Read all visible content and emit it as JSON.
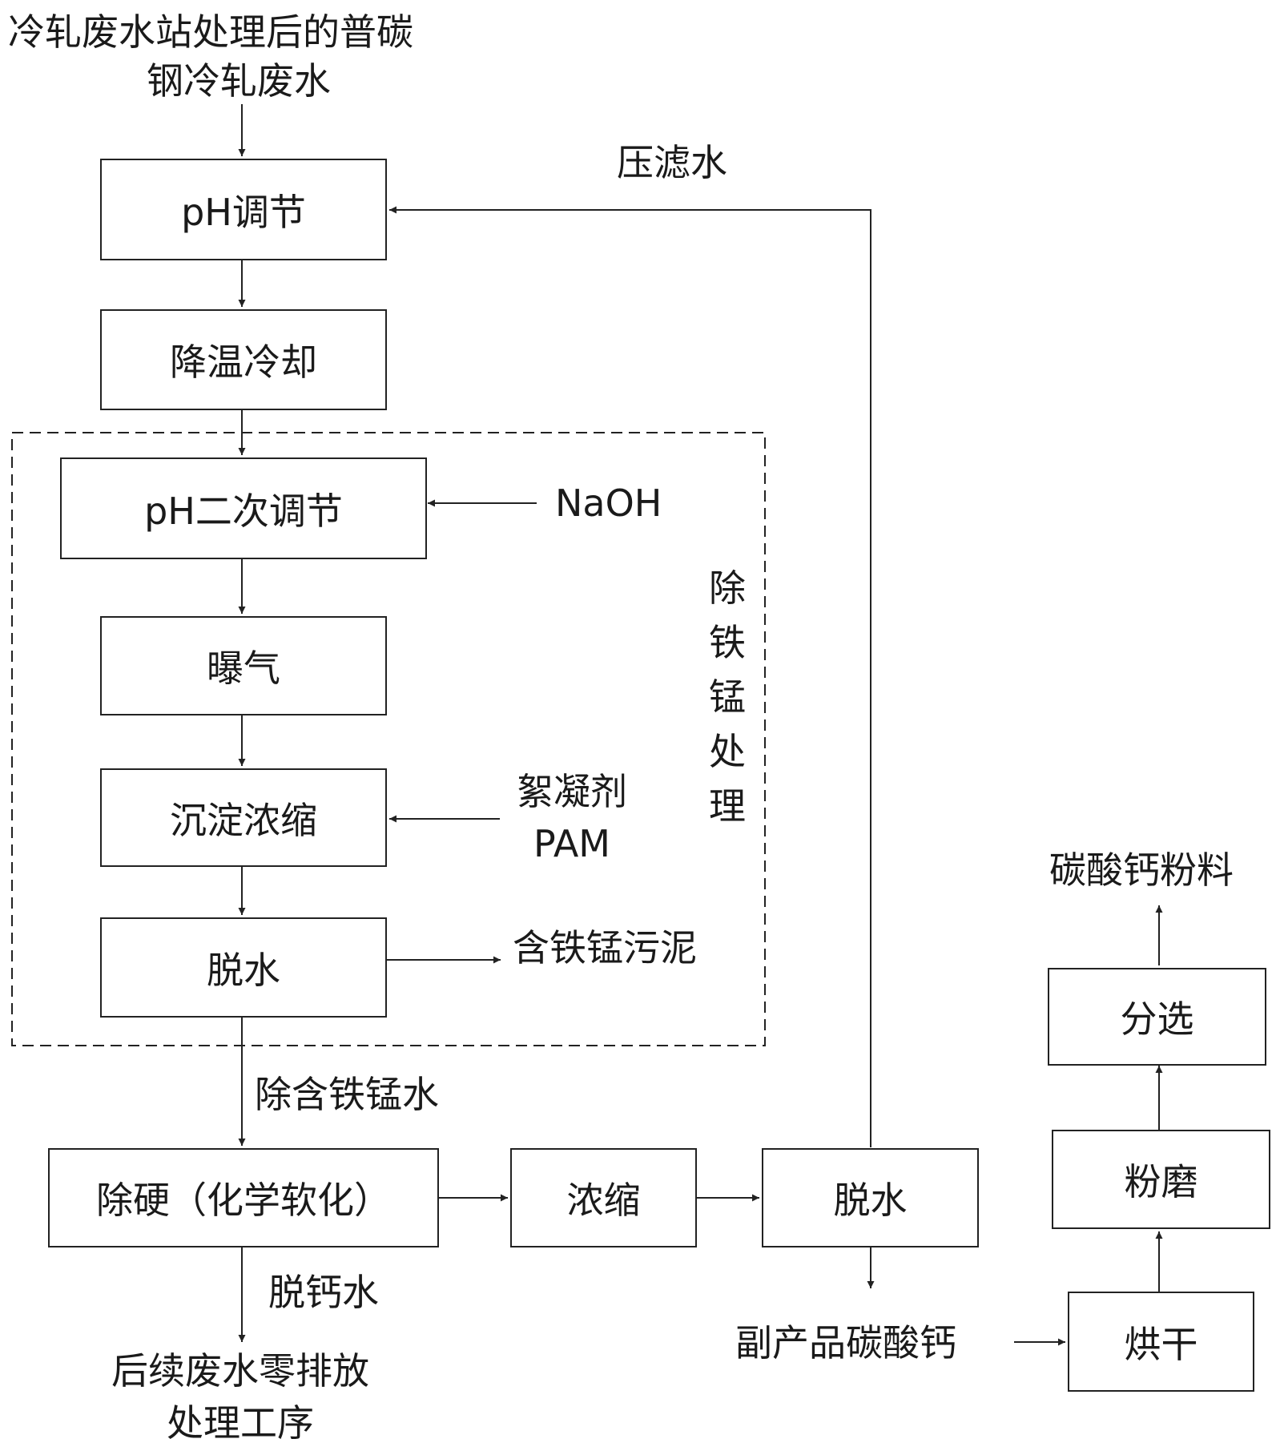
{
  "source": {
    "line1": "冷轧废水站处理后的普碳",
    "line2": "钢冷轧废水"
  },
  "steps": {
    "ph_adjust": "pH调节",
    "cooling": "降温冷却",
    "ph_second": "pH二次调节",
    "aeration": "曝气",
    "settling": "沉淀浓缩",
    "dewater1": "脱水",
    "softening": "除硬（化学软化）",
    "concentrate": "浓缩",
    "dewater2": "脱水",
    "drying": "烘干",
    "milling": "粉磨",
    "sorting": "分选"
  },
  "inputs": {
    "naoh": "NaOH",
    "flocculant_line1": "絮凝剂",
    "flocculant_line2": "PAM"
  },
  "outputs": {
    "filtrate": "压滤水",
    "sludge": "含铁锰污泥",
    "fe_mn_removed_water": "除含铁锰水",
    "decalcified_water": "脱钙水",
    "downstream_line1": "后续废水零排放",
    "downstream_line2": "处理工序",
    "byproduct": "副产品碳酸钙",
    "product": "碳酸钙粉料"
  },
  "group_label": [
    "除",
    "铁",
    "锰",
    "处",
    "理"
  ]
}
